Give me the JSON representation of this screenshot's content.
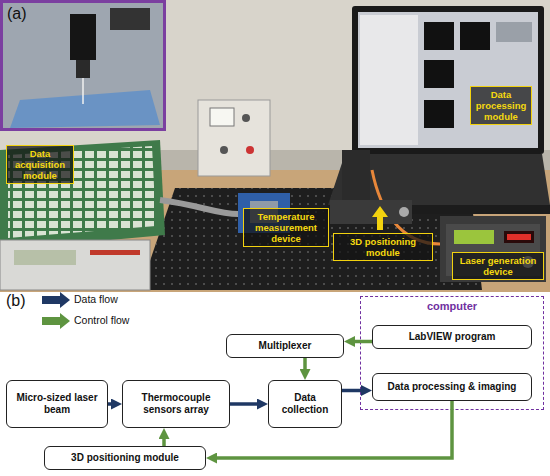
{
  "diagram": {
    "nodes": [
      {
        "text": [
          "Data processing module"
        ]
      },
      {
        "text": [
          "Data acquisition module"
        ]
      },
      {
        "text": [
          "Temperature measurement device"
        ]
      },
      {
        "text": [
          "3D positioning module"
        ]
      },
      {
        "text": [
          "Laser generation device"
        ]
      },
      {
        "text": [
          "computer"
        ]
      },
      {
        "text": [
          "LabVIEW program"
        ],
        "in": 5
      },
      {
        "text": [
          "Multiplexer"
        ]
      },
      {
        "text": [
          "Data processing & imaging"
        ],
        "in": 5
      },
      {
        "text": [
          "Micro-sized laser beam"
        ]
      },
      {
        "text": [
          "Thermocouple sensors array"
        ]
      },
      {
        "text": [
          "Data collection"
        ]
      },
      {
        "text": [
          "3D positioning module"
        ]
      }
    ],
    "edges": [
      {
        "from": 9,
        "to": 10,
        "arrow": "to"
      },
      {
        "from": 10,
        "to": 11,
        "arrow": "to"
      },
      {
        "from": 11,
        "to": 8,
        "arrow": "to"
      },
      {
        "from": 6,
        "to": 7,
        "arrow": "to"
      },
      {
        "from": 7,
        "to": 11,
        "arrow": "to"
      },
      {
        "from": 8,
        "to": 12,
        "arrow": "to"
      },
      {
        "from": 12,
        "to": 10,
        "arrow": "to"
      }
    ],
    "labels": [
      "(a)",
      "(b)"
    ],
    "legend": [
      {
        "text": "Data flow"
      },
      {
        "text": "Control flow"
      }
    ]
  }
}
